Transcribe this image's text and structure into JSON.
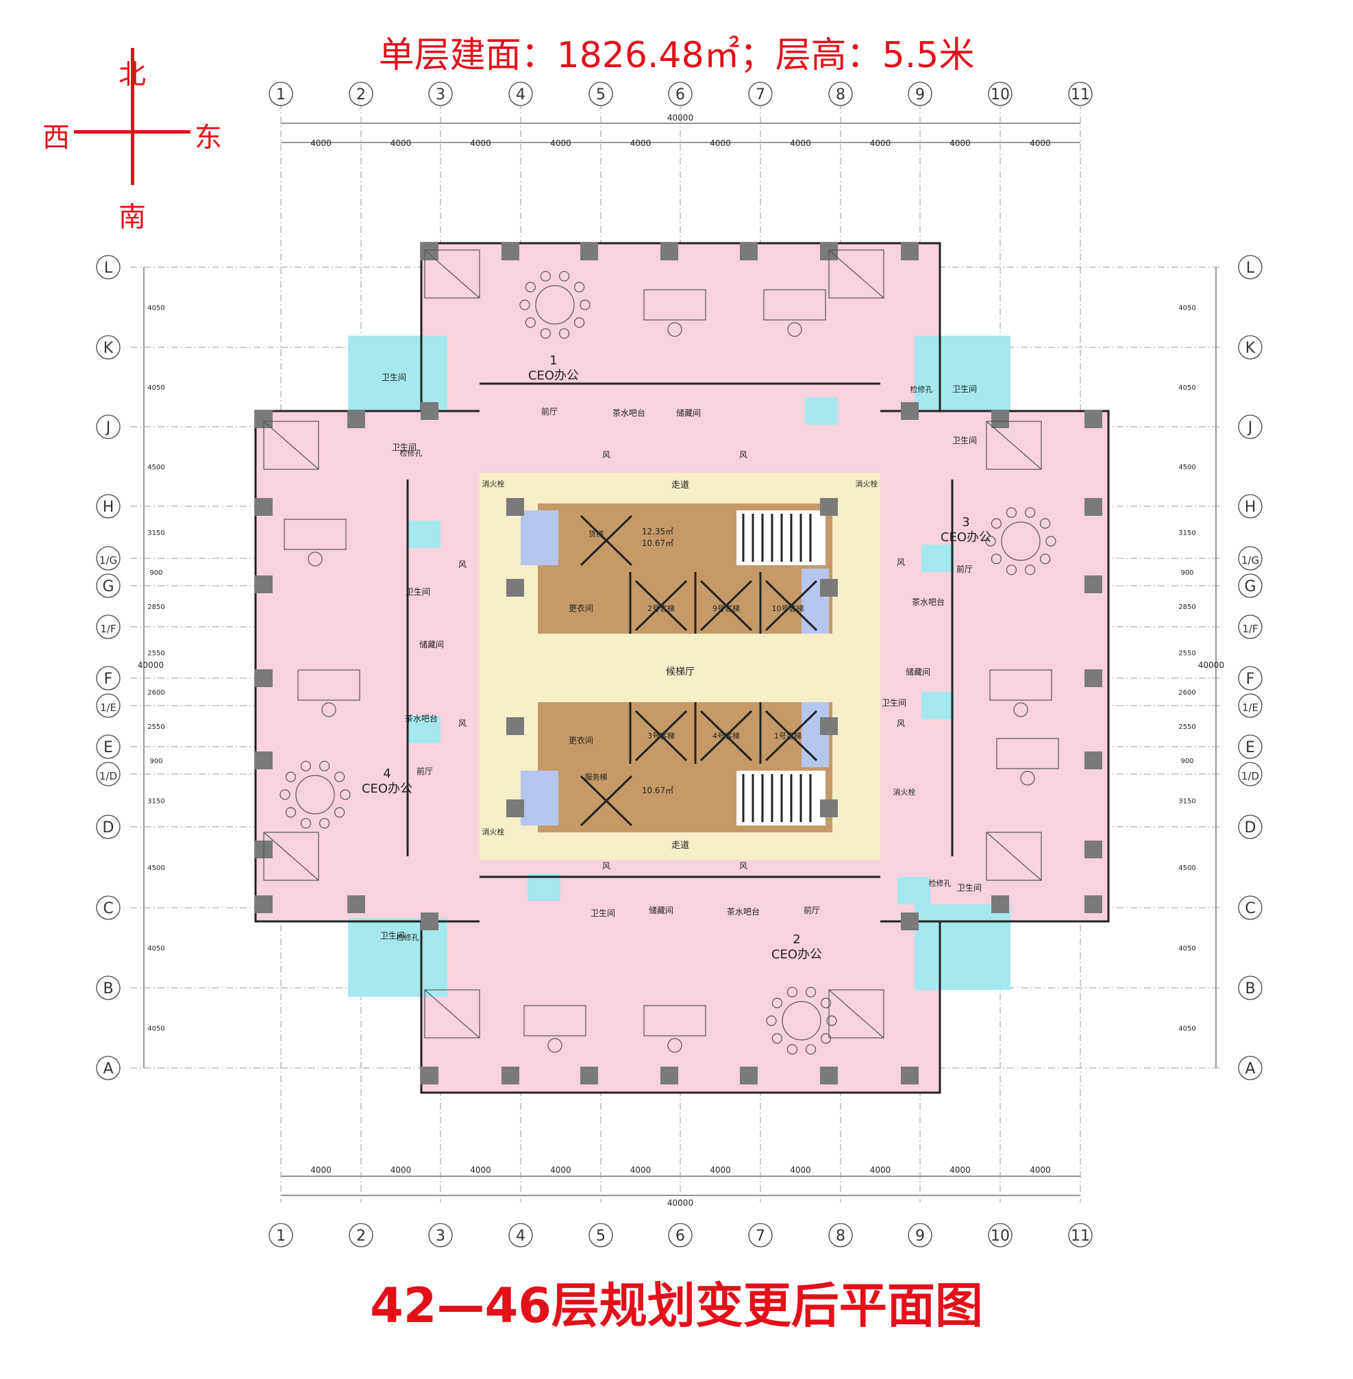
{
  "header": {
    "area_label": "单层建面：1826.48㎡；层高：5.5米",
    "title": "42—46层规划变更后平面图"
  },
  "compass": {
    "north": "北",
    "south": "南",
    "west": "西",
    "east": "东"
  },
  "grid": {
    "columns": [
      "1",
      "2",
      "3",
      "4",
      "5",
      "6",
      "7",
      "8",
      "9",
      "10",
      "11"
    ],
    "rows": [
      "L",
      "K",
      "J",
      "H",
      "1/G",
      "G",
      "1/F",
      "F",
      "1/E",
      "E",
      "1/D",
      "D",
      "C",
      "B",
      "A"
    ],
    "bay_dims": [
      "4000",
      "4000",
      "4000",
      "4000",
      "4000",
      "4000",
      "4000",
      "4000",
      "4000",
      "4000"
    ],
    "total_width": "40000",
    "total_depth": "40000",
    "row_dims": [
      "4050",
      "4050",
      "4500",
      "3150",
      "900",
      "2850",
      "2550",
      "2600",
      "2550",
      "900",
      "3150",
      "4500",
      "4050",
      "4050"
    ]
  },
  "offices": [
    {
      "number": "1",
      "label": "CEO办公"
    },
    {
      "number": "2",
      "label": "CEO办公"
    },
    {
      "number": "3",
      "label": "CEO办公"
    },
    {
      "number": "4",
      "label": "CEO办公"
    }
  ],
  "room_labels": {
    "toilet": "卫生间",
    "foyer": "前厅",
    "tea_bar": "茶水吧台",
    "storage": "储藏间",
    "corridor": "走道",
    "elevator_hall": "候梯厅",
    "fire_hose": "消火栓",
    "wind": "风",
    "inspection": "检修孔",
    "dressing": "更衣间",
    "elev_1": "1号客梯",
    "elev_2": "2号客梯",
    "elev_3": "3号客梯",
    "elev_4": "4号客梯",
    "elev_9": "9号客梯",
    "elev_10": "10号客梯",
    "freight": "货梯",
    "service": "服务梯",
    "area_a": "12.35㎡",
    "area_b": "10.67㎡"
  },
  "colors": {
    "title_red": "#e3101a",
    "office_pink": "#f8d2dd",
    "bath_cyan": "#a5e8ef",
    "core_brown": "#c59a68",
    "lobby_cream": "#f7efc8",
    "service_blue": "#b6c6ee",
    "column_gray": "#7a7a7a"
  }
}
